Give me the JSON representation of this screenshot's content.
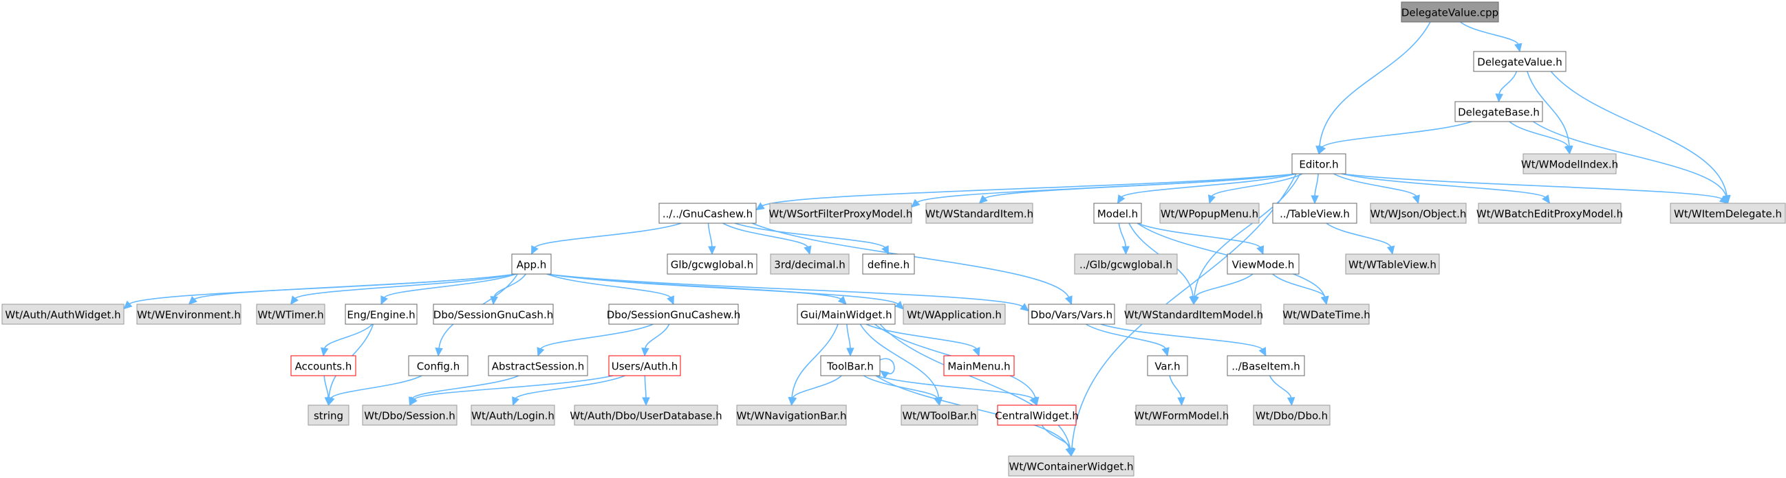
{
  "colors": {
    "edge": "#63b8ff",
    "root_fill": "#999999",
    "root_border": "#666666",
    "header_fill": "#ffffff",
    "header_border": "#666666",
    "system_fill": "#e0e0e0",
    "system_border": "#999999",
    "truncated_fill": "#ffffff",
    "truncated_border": "#ff0000",
    "text": "#000000"
  },
  "nodes": [
    {
      "id": "DelegateValue_cpp",
      "label": "DelegateValue.cpp",
      "kind": "root"
    },
    {
      "id": "DelegateValue_h",
      "label": "DelegateValue.h",
      "kind": "header"
    },
    {
      "id": "DelegateBase_h",
      "label": "DelegateBase.h",
      "kind": "header"
    },
    {
      "id": "Editor_h",
      "label": "Editor.h",
      "kind": "header"
    },
    {
      "id": "WModelIndex_h",
      "label": "Wt/WModelIndex.h",
      "kind": "system"
    },
    {
      "id": "WItemDelegate_h",
      "label": "Wt/WItemDelegate.h",
      "kind": "system"
    },
    {
      "id": "GnuCashew_h",
      "label": "../../GnuCashew.h",
      "kind": "header"
    },
    {
      "id": "WSortFilterProxyModel_h",
      "label": "Wt/WSortFilterProxyModel.h",
      "kind": "system"
    },
    {
      "id": "WStandardItem_h",
      "label": "Wt/WStandardItem.h",
      "kind": "system"
    },
    {
      "id": "Model_h",
      "label": "Model.h",
      "kind": "header"
    },
    {
      "id": "WPopupMenu_h",
      "label": "Wt/WPopupMenu.h",
      "kind": "system"
    },
    {
      "id": "TableView_h",
      "label": "../TableView.h",
      "kind": "header"
    },
    {
      "id": "WJsonObject_h",
      "label": "Wt/WJson/Object.h",
      "kind": "system"
    },
    {
      "id": "WBatchEditProxyModel_h",
      "label": "Wt/WBatchEditProxyModel.h",
      "kind": "system"
    },
    {
      "id": "App_h",
      "label": "App.h",
      "kind": "header"
    },
    {
      "id": "Glb_gcwglobal_h",
      "label": "Glb/gcwglobal.h",
      "kind": "header"
    },
    {
      "id": "decimal_h",
      "label": "3rd/decimal.h",
      "kind": "system"
    },
    {
      "id": "define_h",
      "label": "define.h",
      "kind": "header"
    },
    {
      "id": "Glb_gcwglobal_rel_h",
      "label": "../Glb/gcwglobal.h",
      "kind": "system"
    },
    {
      "id": "ViewMode_h",
      "label": "ViewMode.h",
      "kind": "header"
    },
    {
      "id": "WTableView_h",
      "label": "Wt/WTableView.h",
      "kind": "system"
    },
    {
      "id": "WAuthWidget_h",
      "label": "Wt/Auth/AuthWidget.h",
      "kind": "system"
    },
    {
      "id": "WEnvironment_h",
      "label": "Wt/WEnvironment.h",
      "kind": "system"
    },
    {
      "id": "WTimer_h",
      "label": "Wt/WTimer.h",
      "kind": "system"
    },
    {
      "id": "Engine_h",
      "label": "Eng/Engine.h",
      "kind": "header"
    },
    {
      "id": "SessionGnuCash_h",
      "label": "Dbo/SessionGnuCash.h",
      "kind": "header"
    },
    {
      "id": "SessionGnuCashew_h",
      "label": "Dbo/SessionGnuCashew.h",
      "kind": "header"
    },
    {
      "id": "MainWidget_h",
      "label": "Gui/MainWidget.h",
      "kind": "header"
    },
    {
      "id": "WApplication_h",
      "label": "Wt/WApplication.h",
      "kind": "system"
    },
    {
      "id": "Vars_h",
      "label": "Dbo/Vars/Vars.h",
      "kind": "header"
    },
    {
      "id": "WStandardItemModel_h",
      "label": "Wt/WStandardItemModel.h",
      "kind": "system"
    },
    {
      "id": "WDateTime_h",
      "label": "Wt/WDateTime.h",
      "kind": "system"
    },
    {
      "id": "Accounts_h",
      "label": "Accounts.h",
      "kind": "truncated"
    },
    {
      "id": "Config_h",
      "label": "Config.h",
      "kind": "header"
    },
    {
      "id": "AbstractSession_h",
      "label": "AbstractSession.h",
      "kind": "header"
    },
    {
      "id": "UsersAuth_h",
      "label": "Users/Auth.h",
      "kind": "truncated"
    },
    {
      "id": "ToolBar_h",
      "label": "ToolBar.h",
      "kind": "header"
    },
    {
      "id": "MainMenu_h",
      "label": "MainMenu.h",
      "kind": "truncated"
    },
    {
      "id": "Var_h",
      "label": "Var.h",
      "kind": "header"
    },
    {
      "id": "BaseItem_h",
      "label": "../BaseItem.h",
      "kind": "header"
    },
    {
      "id": "string",
      "label": "string",
      "kind": "system"
    },
    {
      "id": "WDboSession_h",
      "label": "Wt/Dbo/Session.h",
      "kind": "system"
    },
    {
      "id": "WAuthLogin_h",
      "label": "Wt/Auth/Login.h",
      "kind": "system"
    },
    {
      "id": "WAuthUserDatabase_h",
      "label": "Wt/Auth/Dbo/UserDatabase.h",
      "kind": "system"
    },
    {
      "id": "WNavigationBar_h",
      "label": "Wt/WNavigationBar.h",
      "kind": "system"
    },
    {
      "id": "WToolBar_h",
      "label": "Wt/WToolBar.h",
      "kind": "system"
    },
    {
      "id": "CentralWidget_h",
      "label": "CentralWidget.h",
      "kind": "truncated"
    },
    {
      "id": "WFormModel_h",
      "label": "Wt/WFormModel.h",
      "kind": "system"
    },
    {
      "id": "WDboDbo_h",
      "label": "Wt/Dbo/Dbo.h",
      "kind": "system"
    },
    {
      "id": "WContainerWidget_h",
      "label": "Wt/WContainerWidget.h",
      "kind": "system"
    }
  ],
  "edges": [
    [
      "DelegateValue_cpp",
      "Editor_h"
    ],
    [
      "DelegateValue_cpp",
      "DelegateValue_h"
    ],
    [
      "DelegateValue_h",
      "DelegateBase_h"
    ],
    [
      "DelegateValue_h",
      "WModelIndex_h"
    ],
    [
      "DelegateValue_h",
      "WItemDelegate_h"
    ],
    [
      "DelegateBase_h",
      "Editor_h"
    ],
    [
      "DelegateBase_h",
      "WModelIndex_h"
    ],
    [
      "DelegateBase_h",
      "WItemDelegate_h"
    ],
    [
      "Editor_h",
      "GnuCashew_h"
    ],
    [
      "Editor_h",
      "WSortFilterProxyModel_h"
    ],
    [
      "Editor_h",
      "WStandardItem_h"
    ],
    [
      "Editor_h",
      "WStandardItemModel_h"
    ],
    [
      "Editor_h",
      "Model_h"
    ],
    [
      "Editor_h",
      "WPopupMenu_h"
    ],
    [
      "Editor_h",
      "TableView_h"
    ],
    [
      "Editor_h",
      "WJsonObject_h"
    ],
    [
      "Editor_h",
      "WBatchEditProxyModel_h"
    ],
    [
      "Editor_h",
      "WItemDelegate_h"
    ],
    [
      "Editor_h",
      "WContainerWidget_h"
    ],
    [
      "GnuCashew_h",
      "App_h"
    ],
    [
      "GnuCashew_h",
      "Glb_gcwglobal_h"
    ],
    [
      "GnuCashew_h",
      "decimal_h"
    ],
    [
      "GnuCashew_h",
      "define_h"
    ],
    [
      "GnuCashew_h",
      "Vars_h"
    ],
    [
      "Model_h",
      "Glb_gcwglobal_rel_h"
    ],
    [
      "Model_h",
      "WStandardItemModel_h"
    ],
    [
      "Model_h",
      "ViewMode_h"
    ],
    [
      "Model_h",
      "WDateTime_h"
    ],
    [
      "ViewMode_h",
      "WStandardItemModel_h"
    ],
    [
      "ViewMode_h",
      "WDateTime_h"
    ],
    [
      "TableView_h",
      "WTableView_h"
    ],
    [
      "App_h",
      "WAuthWidget_h"
    ],
    [
      "App_h",
      "WEnvironment_h"
    ],
    [
      "App_h",
      "WTimer_h"
    ],
    [
      "App_h",
      "Engine_h"
    ],
    [
      "App_h",
      "Config_h"
    ],
    [
      "App_h",
      "SessionGnuCash_h"
    ],
    [
      "App_h",
      "SessionGnuCashew_h"
    ],
    [
      "App_h",
      "MainWidget_h"
    ],
    [
      "App_h",
      "WApplication_h"
    ],
    [
      "App_h",
      "Vars_h"
    ],
    [
      "Engine_h",
      "Accounts_h"
    ],
    [
      "Engine_h",
      "string"
    ],
    [
      "Accounts_h",
      "string"
    ],
    [
      "Config_h",
      "string"
    ],
    [
      "SessionGnuCashew_h",
      "AbstractSession_h"
    ],
    [
      "SessionGnuCashew_h",
      "UsersAuth_h"
    ],
    [
      "AbstractSession_h",
      "WDboSession_h"
    ],
    [
      "UsersAuth_h",
      "WDboSession_h"
    ],
    [
      "UsersAuth_h",
      "WAuthLogin_h"
    ],
    [
      "UsersAuth_h",
      "WAuthUserDatabase_h"
    ],
    [
      "MainWidget_h",
      "ToolBar_h"
    ],
    [
      "MainWidget_h",
      "MainMenu_h"
    ],
    [
      "MainWidget_h",
      "CentralWidget_h"
    ],
    [
      "MainWidget_h",
      "WNavigationBar_h"
    ],
    [
      "MainWidget_h",
      "WToolBar_h"
    ],
    [
      "MainWidget_h",
      "WContainerWidget_h"
    ],
    [
      "ToolBar_h",
      "ToolBar_h"
    ],
    [
      "ToolBar_h",
      "WNavigationBar_h"
    ],
    [
      "ToolBar_h",
      "WToolBar_h"
    ],
    [
      "ToolBar_h",
      "CentralWidget_h"
    ],
    [
      "ToolBar_h",
      "WContainerWidget_h"
    ],
    [
      "CentralWidget_h",
      "WContainerWidget_h"
    ],
    [
      "Vars_h",
      "Var_h"
    ],
    [
      "Vars_h",
      "BaseItem_h"
    ],
    [
      "Var_h",
      "WFormModel_h"
    ],
    [
      "BaseItem_h",
      "WDboDbo_h"
    ]
  ]
}
